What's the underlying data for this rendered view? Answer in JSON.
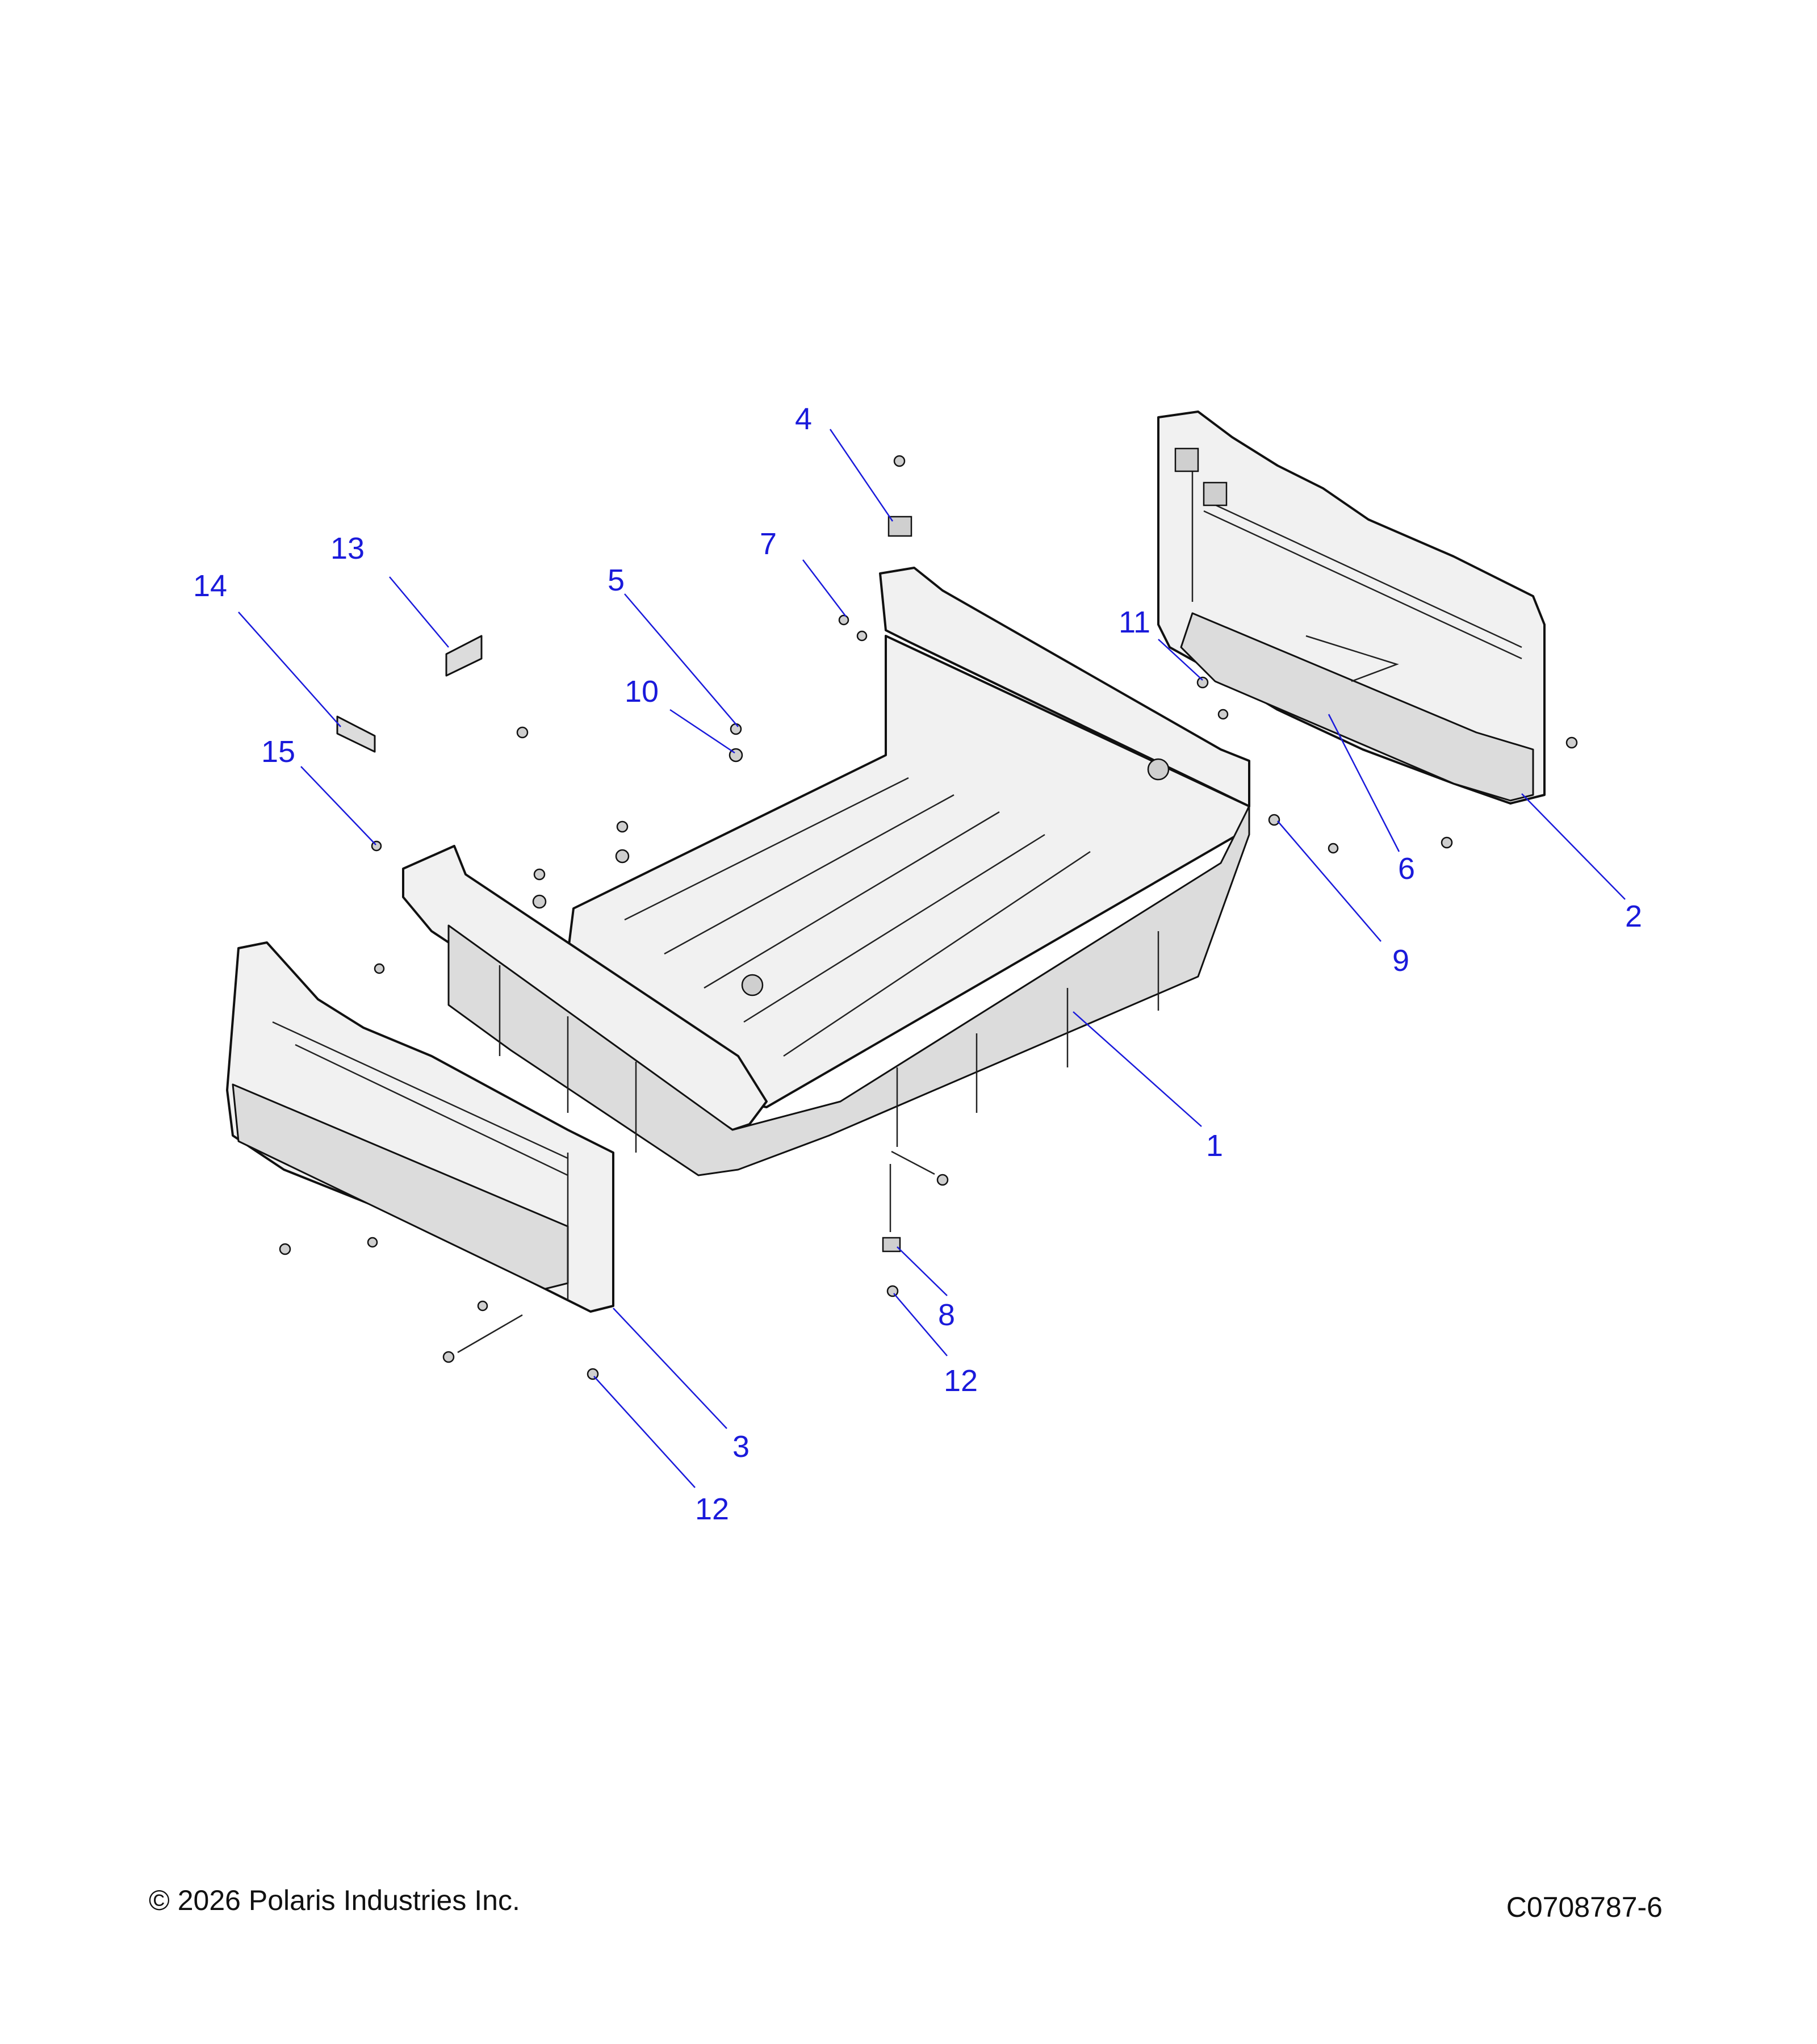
{
  "callouts": [
    {
      "id": "1",
      "label": "1"
    },
    {
      "id": "2",
      "label": "2"
    },
    {
      "id": "3",
      "label": "3"
    },
    {
      "id": "4",
      "label": "4"
    },
    {
      "id": "5",
      "label": "5"
    },
    {
      "id": "6",
      "label": "6"
    },
    {
      "id": "7",
      "label": "7"
    },
    {
      "id": "8",
      "label": "8"
    },
    {
      "id": "9",
      "label": "9"
    },
    {
      "id": "10",
      "label": "10"
    },
    {
      "id": "11",
      "label": "11"
    },
    {
      "id": "12a",
      "label": "12"
    },
    {
      "id": "12b",
      "label": "12"
    },
    {
      "id": "13",
      "label": "13"
    },
    {
      "id": "14",
      "label": "14"
    },
    {
      "id": "15",
      "label": "15"
    }
  ],
  "footer": {
    "copyright": "© 2026 Polaris Industries Inc.",
    "drawing_id": "C0708787-6"
  },
  "colors": {
    "callout": "#1a1adb",
    "line": "#111111",
    "part_fill": "#f1f1f1"
  }
}
